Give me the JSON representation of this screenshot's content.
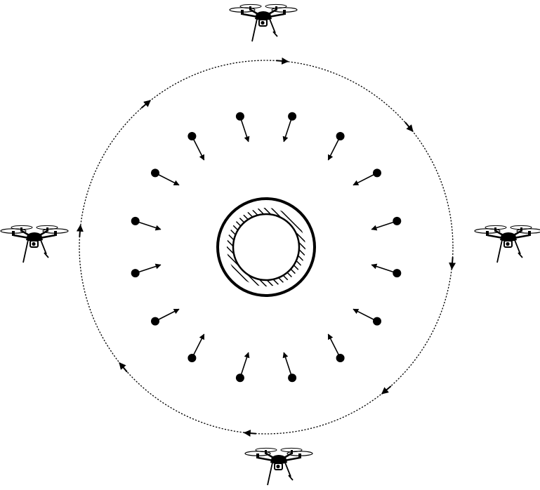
{
  "diagram": {
    "drone_count": 4,
    "drone_positions": [
      "top",
      "right",
      "bottom",
      "left"
    ],
    "drone_icon": "quadcopter-drone-icon",
    "orbit_path": {
      "style": "dotted",
      "direction": "clockwise",
      "direction_markers": 8
    },
    "central_target": {
      "icon": "hatched-ring-icon"
    },
    "sensor_nodes": {
      "count": 16,
      "vector_direction": "toward-center"
    },
    "colors": {
      "ink": "#000000",
      "background": "#ffffff"
    }
  }
}
